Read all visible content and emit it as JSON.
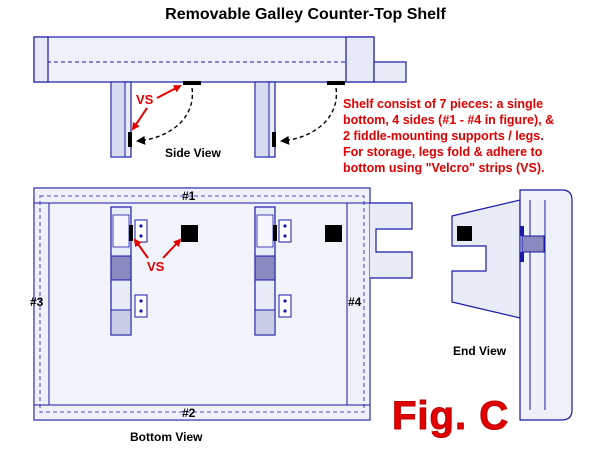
{
  "title": "Removable Galley Counter-Top Shelf",
  "description_lines": [
    "Shelf consist of 7 pieces: a single",
    "bottom, 4 sides (#1 - #4 in figure), &",
    "2 fiddle-mounting supports / legs.",
    "For storage, legs fold & adhere to",
    "bottom using \"Velcro\" strips (VS)."
  ],
  "labels": {
    "side_view": "Side View",
    "bottom_view": "Bottom View",
    "end_view": "End View",
    "side_1": "#1",
    "side_2": "#2",
    "side_3": "#3",
    "side_4": "#4",
    "vs_top": "VS",
    "vs_bottom": "VS",
    "figure": "Fig. C"
  },
  "colors": {
    "outline": "#1a1aa8",
    "fill_light": "#e8ecf8",
    "fill_mid": "#c8cce4",
    "fill_dark": "#8a8ac0",
    "accent_red": "#e00000",
    "velcro": "#000000"
  }
}
